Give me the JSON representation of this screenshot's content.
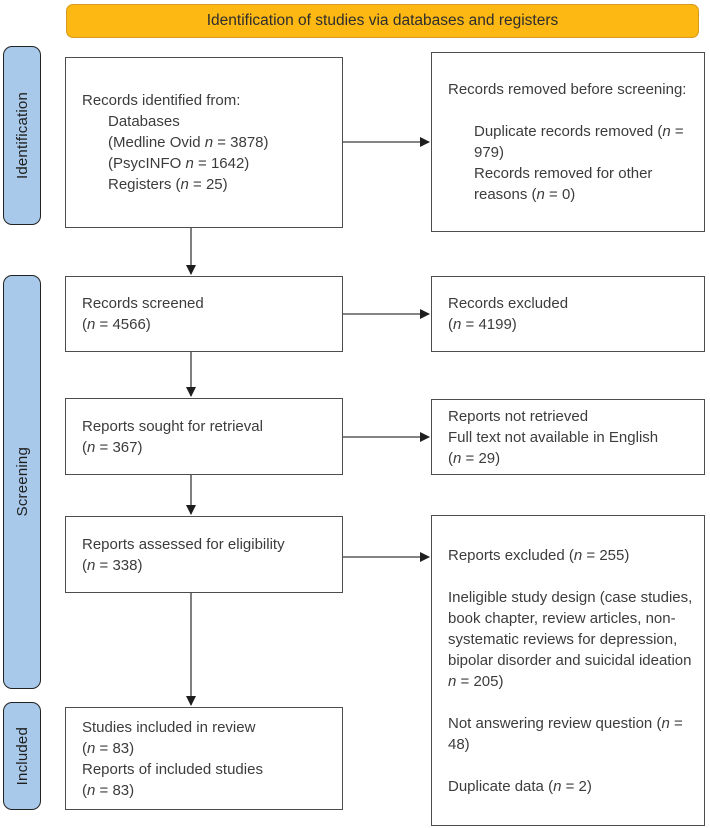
{
  "banner": {
    "label": "Identification of studies via databases and registers"
  },
  "colors": {
    "banner_bg": "#FDB813",
    "banner_border": "#D59A1E",
    "stage_bg": "#A9C9EA",
    "stage_border": "#222222",
    "box_border": "#4D4D4D",
    "text": "#3C3C3C",
    "arrow": "#2B2B2B"
  },
  "stages": [
    {
      "label": "Identification"
    },
    {
      "label": "Screening"
    },
    {
      "label": "Included"
    }
  ],
  "boxes": {
    "identified": {
      "lines": [
        {
          "text": "Records identified from:"
        },
        {
          "text": "Databases",
          "indent": true
        },
        {
          "text": "(Medline Ovid n = 3878)",
          "indent": true
        },
        {
          "text": "(PsycINFO n = 1642)",
          "indent": true
        },
        {
          "text": "Registers (n = 25)",
          "indent": true
        }
      ]
    },
    "removed": {
      "lines": [
        {
          "text": "Records removed before screening:"
        },
        {
          "text": "Duplicate records removed (n = 979)",
          "indent": true,
          "space": true
        },
        {
          "text": "Records removed for other reasons (n = 0)",
          "indent": true
        }
      ]
    },
    "screened": {
      "lines": [
        {
          "text": "Records screened"
        },
        {
          "text": "(n = 4566)"
        }
      ]
    },
    "excluded": {
      "lines": [
        {
          "text": "Records excluded"
        },
        {
          "text": "(n = 4199)"
        }
      ]
    },
    "sought": {
      "lines": [
        {
          "text": "Reports sought for retrieval"
        },
        {
          "text": "(n = 367)"
        }
      ]
    },
    "not_retrieved": {
      "lines": [
        {
          "text": "Reports not retrieved"
        },
        {
          "text": "Full text not available in English"
        },
        {
          "text": "(n = 29)"
        }
      ]
    },
    "assessed": {
      "lines": [
        {
          "text": "Reports assessed for eligibility"
        },
        {
          "text": "(n = 338)"
        }
      ]
    },
    "reports_excluded": {
      "lines": [
        {
          "text": "Reports excluded (n = 255)"
        },
        {
          "text": "Ineligible study design (case studies, book chapter, review articles, non-systematic reviews for depression, bipolar disorder and suicidal ideation n = 205)",
          "space": true
        },
        {
          "text": "Not answering review question (n = 48)",
          "space": true
        },
        {
          "text": "Duplicate data (n = 2)",
          "space": true
        }
      ]
    },
    "included": {
      "lines": [
        {
          "text": "Studies included in review"
        },
        {
          "text": "(n = 83)"
        },
        {
          "text": "Reports of included studies"
        },
        {
          "text": "(n = 83)"
        }
      ]
    }
  }
}
